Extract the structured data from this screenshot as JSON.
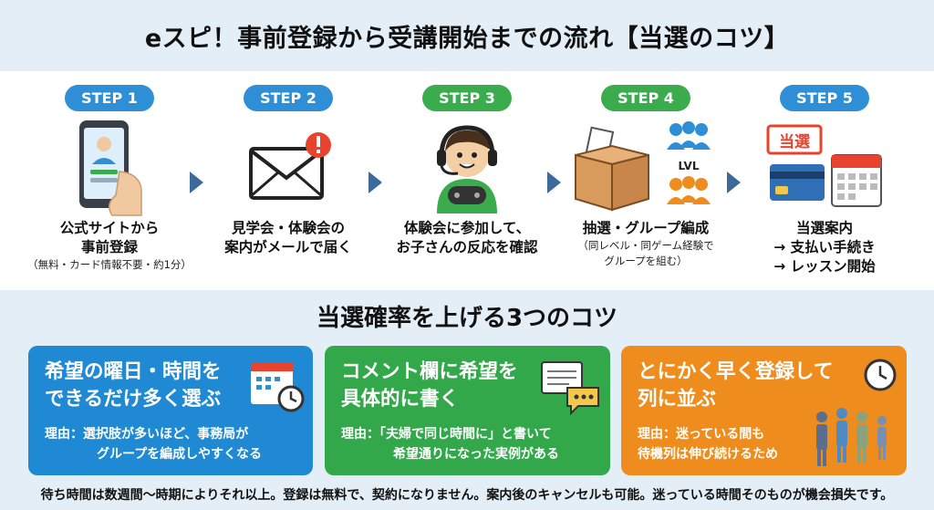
{
  "title": "eスピ！事前登録から受講開始までの流れ【当選のコツ】",
  "steps": [
    {
      "label": "STEP 1",
      "lines": [
        "公式サイトから",
        "事前登録"
      ],
      "note": "（無料・カード情報不要・約1分）"
    },
    {
      "label": "STEP 2",
      "lines": [
        "見学会・体験会の",
        "案内がメールで届く"
      ],
      "note": ""
    },
    {
      "label": "STEP 3",
      "lines": [
        "体験会に参加して、",
        "お子さんの反応を確認"
      ],
      "note": ""
    },
    {
      "label": "STEP 4",
      "lines": [
        "抽選・グループ編成"
      ],
      "note_lines": [
        "（同レベル・同ゲーム経験で",
        "グループを組む）"
      ],
      "icon_text": "LVL"
    },
    {
      "label": "STEP 5",
      "lines": [
        "当選案内",
        "→ 支払い手続き",
        "→ レッスン開始"
      ],
      "badge": "当選"
    }
  ],
  "tips_title": "当選確率を上げる3つのコツ",
  "tips": [
    {
      "title_lines": [
        "希望の曜日・時間を",
        "できるだけ多く選ぶ"
      ],
      "reason_lines": [
        "理由：選択肢が多いほど、事務局が",
        "グループを編成しやすくなる"
      ]
    },
    {
      "title_lines": [
        "コメント欄に希望を",
        "具体的に書く"
      ],
      "reason_lines": [
        "理由：「夫婦で同じ時間に」と書いて",
        "希望通りになった実例がある"
      ]
    },
    {
      "title_lines": [
        "とにかく早く登録して",
        "列に並ぶ"
      ],
      "reason_lines": [
        "理由：迷っている間も",
        "待機列は伸び続けるため"
      ]
    }
  ],
  "footer": "待ち時間は数週間〜時期によりそれ以上。登録は無料で、契約になりません。案内後のキャンセルも可能。迷っている時間そのものが機会損失です。",
  "colors": {
    "blue": "#1f8ad3",
    "green": "#33a84b",
    "orange": "#ee8d1d",
    "arrow": "#3c6a9a"
  },
  "icons": [
    "smartphone-hand-icon",
    "mail-alert-icon",
    "gamer-headset-icon",
    "ballot-box-icon",
    "people-groups-icon",
    "payment-card-icon",
    "calendar-icon",
    "clock-icon",
    "document-icon",
    "speech-bubble-icon",
    "queue-people-icon"
  ]
}
